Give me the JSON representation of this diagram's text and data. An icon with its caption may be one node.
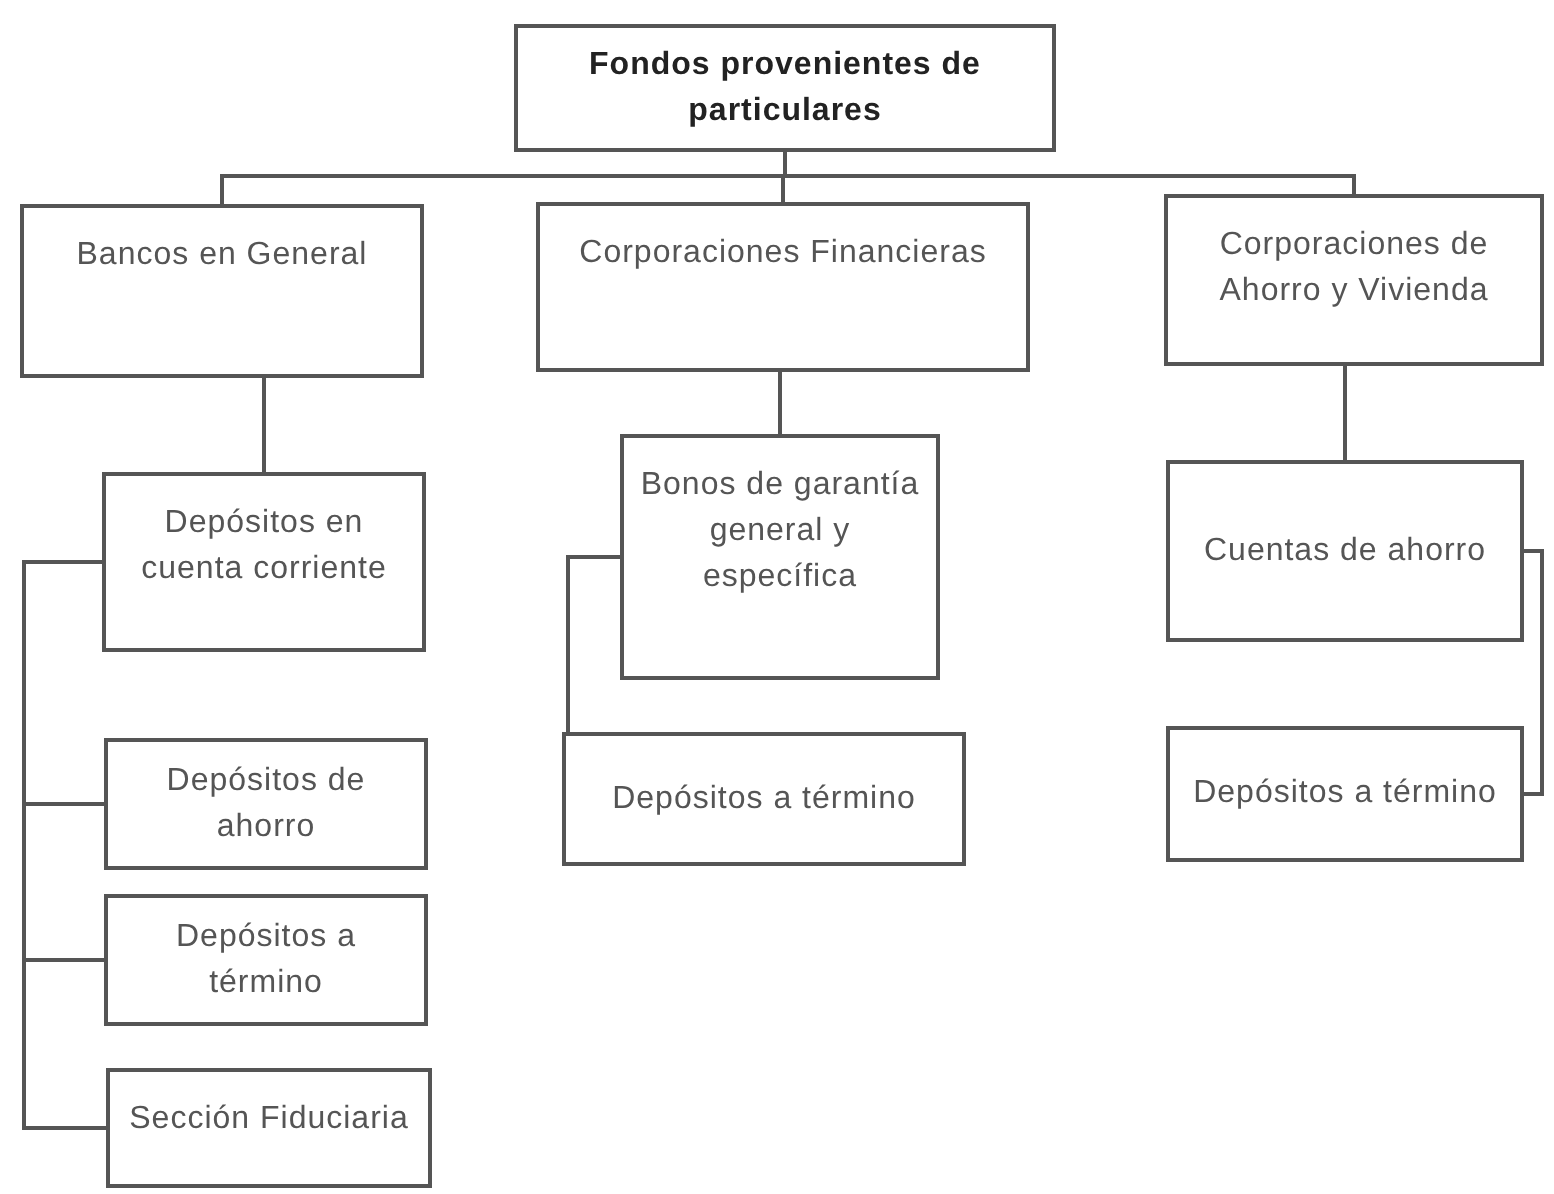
{
  "diagram": {
    "nodes": [
      {
        "text": [
          "Fondos provenientes de particulares"
        ]
      },
      {
        "text": [
          "Bancos en General"
        ]
      },
      {
        "text": [
          "Corporaciones Financieras"
        ]
      },
      {
        "text": [
          "Corporaciones de Ahorro y Vivienda"
        ]
      },
      {
        "text": [
          "Depósitos en cuenta corriente"
        ]
      },
      {
        "text": [
          "Bonos de garantía general y específica"
        ]
      },
      {
        "text": [
          "Cuentas de ahorro"
        ]
      },
      {
        "text": [
          "Depósitos de ahorro"
        ]
      },
      {
        "text": [
          "Depósitos a término"
        ]
      },
      {
        "text": [
          "Sección Fiduciaria"
        ]
      },
      {
        "text": [
          "Depósitos a término"
        ]
      },
      {
        "text": [
          "Depósitos a término"
        ]
      }
    ],
    "edges": [
      {
        "from": 0,
        "to": 1,
        "arrow": "none"
      },
      {
        "from": 0,
        "to": 2,
        "arrow": "none"
      },
      {
        "from": 0,
        "to": 3,
        "arrow": "none"
      },
      {
        "from": 1,
        "to": 4,
        "arrow": "none"
      },
      {
        "from": 4,
        "to": 7,
        "arrow": "none"
      },
      {
        "from": 4,
        "to": 8,
        "arrow": "none"
      },
      {
        "from": 4,
        "to": 9,
        "arrow": "none"
      },
      {
        "from": 2,
        "to": 5,
        "arrow": "none"
      },
      {
        "from": 5,
        "to": 10,
        "arrow": "none"
      },
      {
        "from": 3,
        "to": 6,
        "arrow": "none"
      },
      {
        "from": 6,
        "to": 11,
        "arrow": "none"
      }
    ]
  }
}
